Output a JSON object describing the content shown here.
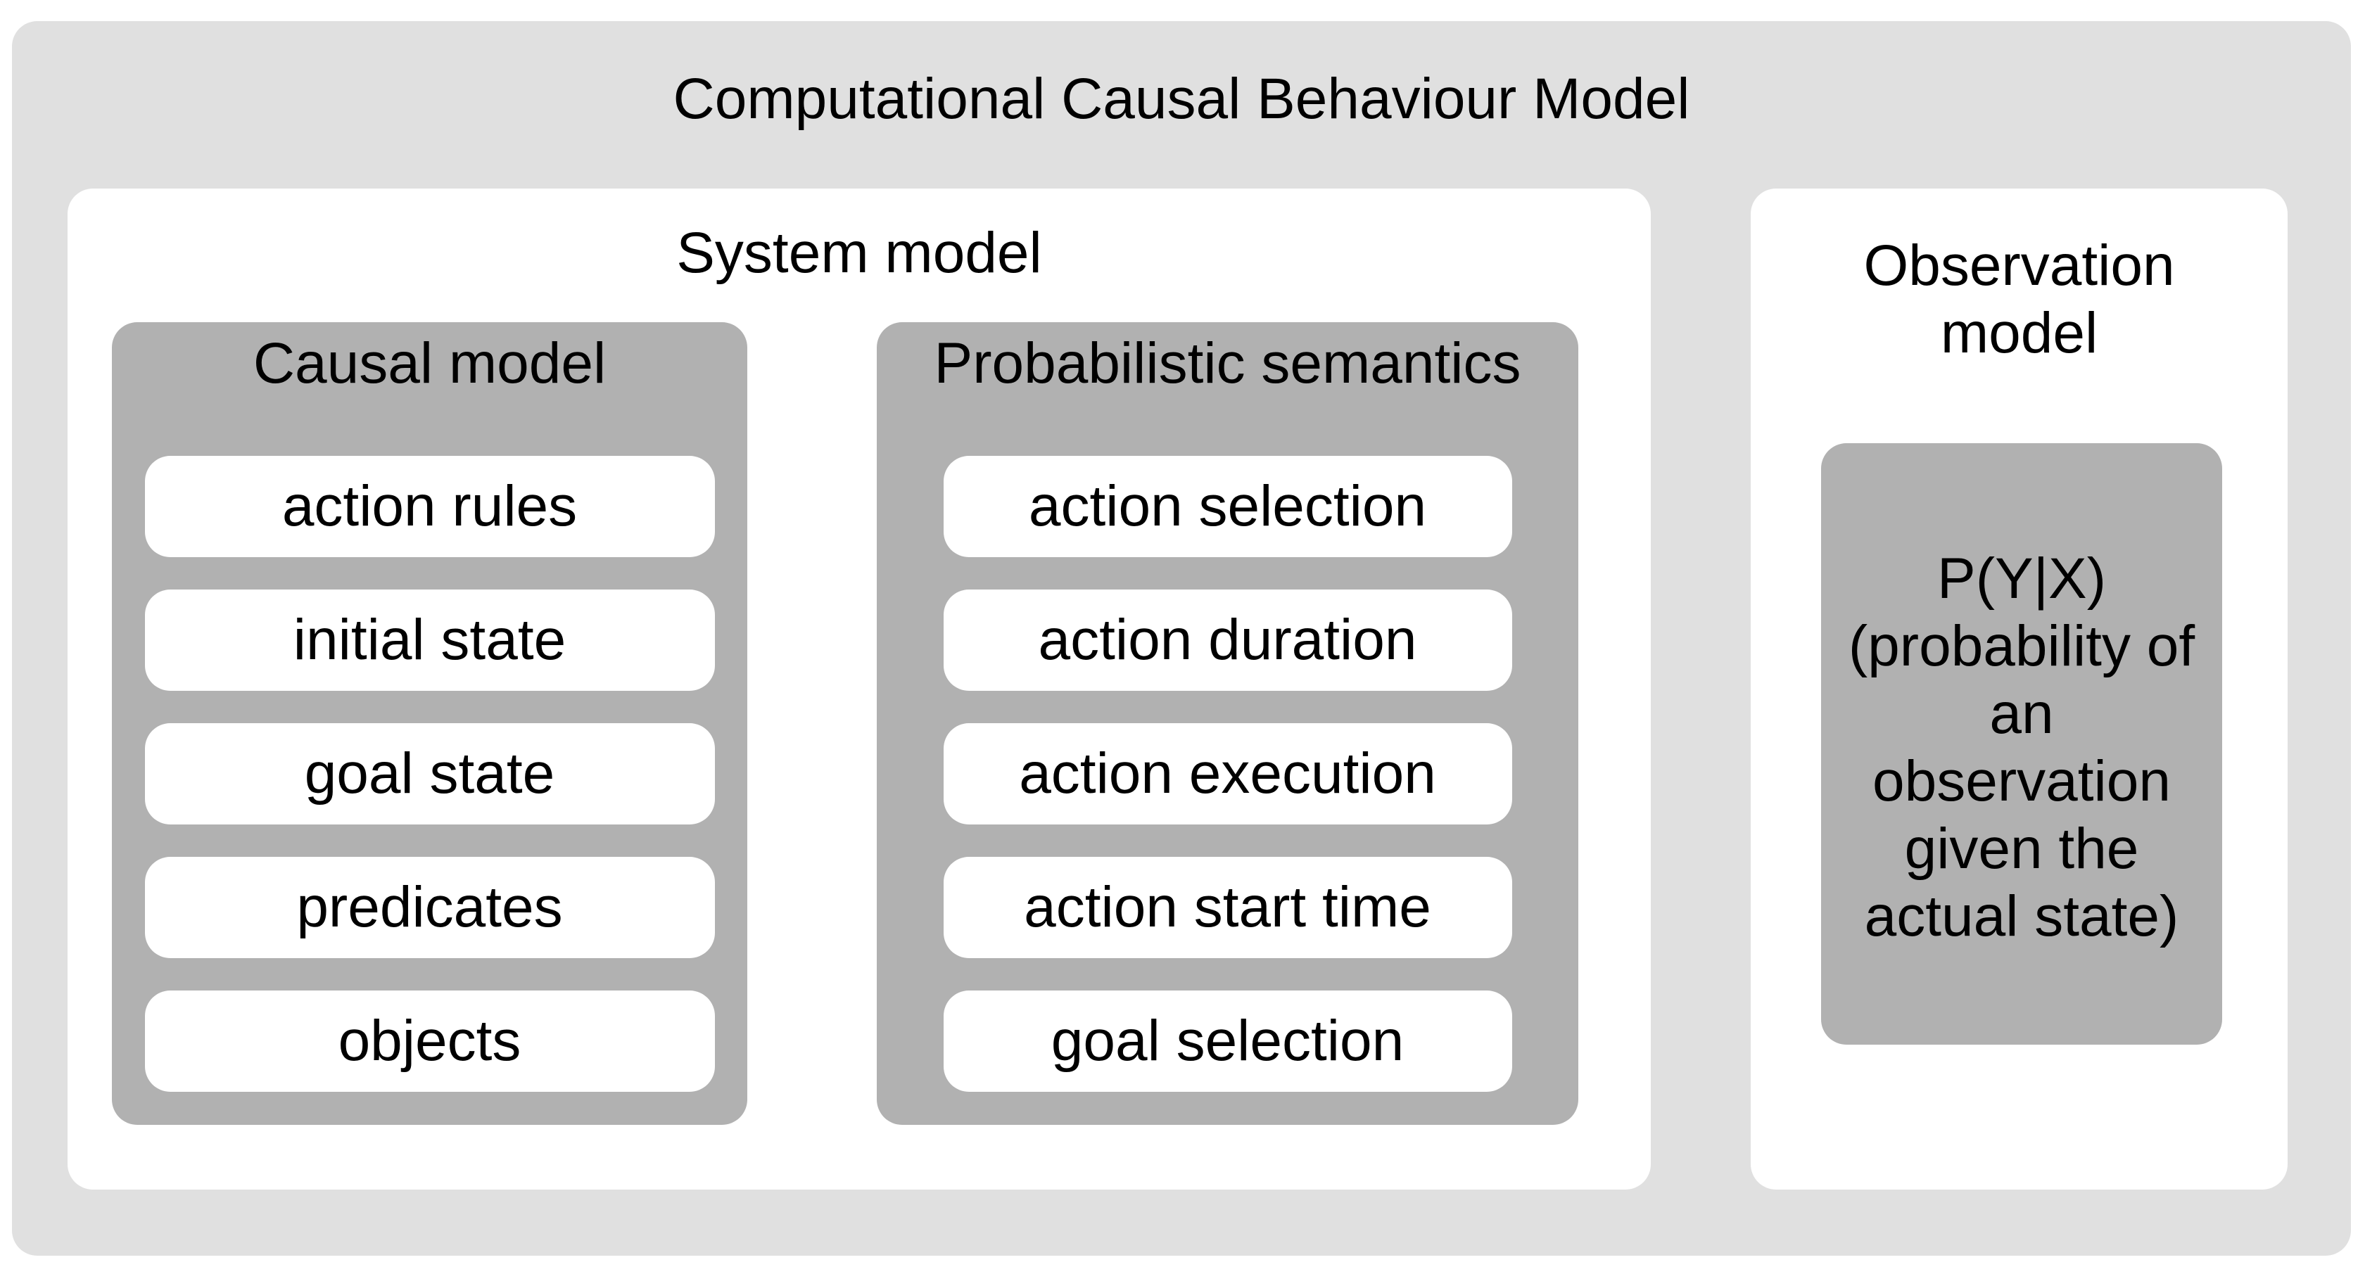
{
  "diagram": {
    "title": "Computational Causal Behaviour Model",
    "system_model": {
      "title": "System model",
      "causal_model": {
        "title": "Causal model",
        "items": [
          "action rules",
          "initial state",
          "goal state",
          "predicates",
          "objects"
        ]
      },
      "probabilistic_semantics": {
        "title": "Probabilistic semantics",
        "items": [
          "action selection",
          "action duration",
          "action execution",
          "action start time",
          "goal selection"
        ]
      }
    },
    "observation_model": {
      "title": "Observation\nmodel",
      "formula": "P(Y|X)\n(probability of\nan\nobservation\ngiven the\nactual state)"
    }
  },
  "colors": {
    "outer_background": "#e0e0e0",
    "panel_background": "#ffffff",
    "group_background": "#b1b1b1",
    "pill_background": "#ffffff",
    "text": "#000000"
  }
}
